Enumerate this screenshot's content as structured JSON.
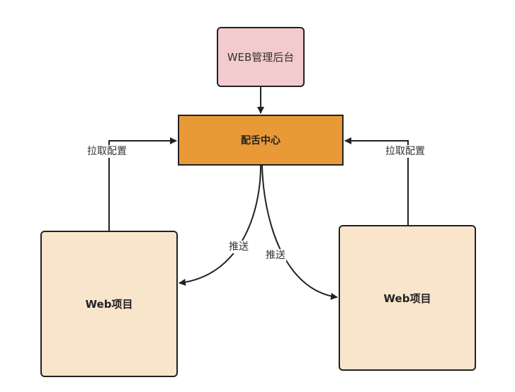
{
  "diagram": {
    "nodes": {
      "admin": {
        "label": "WEB管理后台",
        "color": "#f3cbcd"
      },
      "config_center": {
        "label": "配舌中心",
        "color": "#e99a37"
      },
      "web_left": {
        "label": "Web项目",
        "color": "#f8e5cb"
      },
      "web_right": {
        "label": "Web项目",
        "color": "#f8e5cb"
      }
    },
    "edges": [
      {
        "from": "admin",
        "to": "config_center",
        "label": ""
      },
      {
        "from": "web_left",
        "to": "config_center",
        "label": "拉取配置"
      },
      {
        "from": "web_right",
        "to": "config_center",
        "label": "拉取配置"
      },
      {
        "from": "config_center",
        "to": "web_left",
        "label": "推送"
      },
      {
        "from": "config_center",
        "to": "web_right",
        "label": "推送"
      }
    ],
    "line_color": "#222222"
  }
}
